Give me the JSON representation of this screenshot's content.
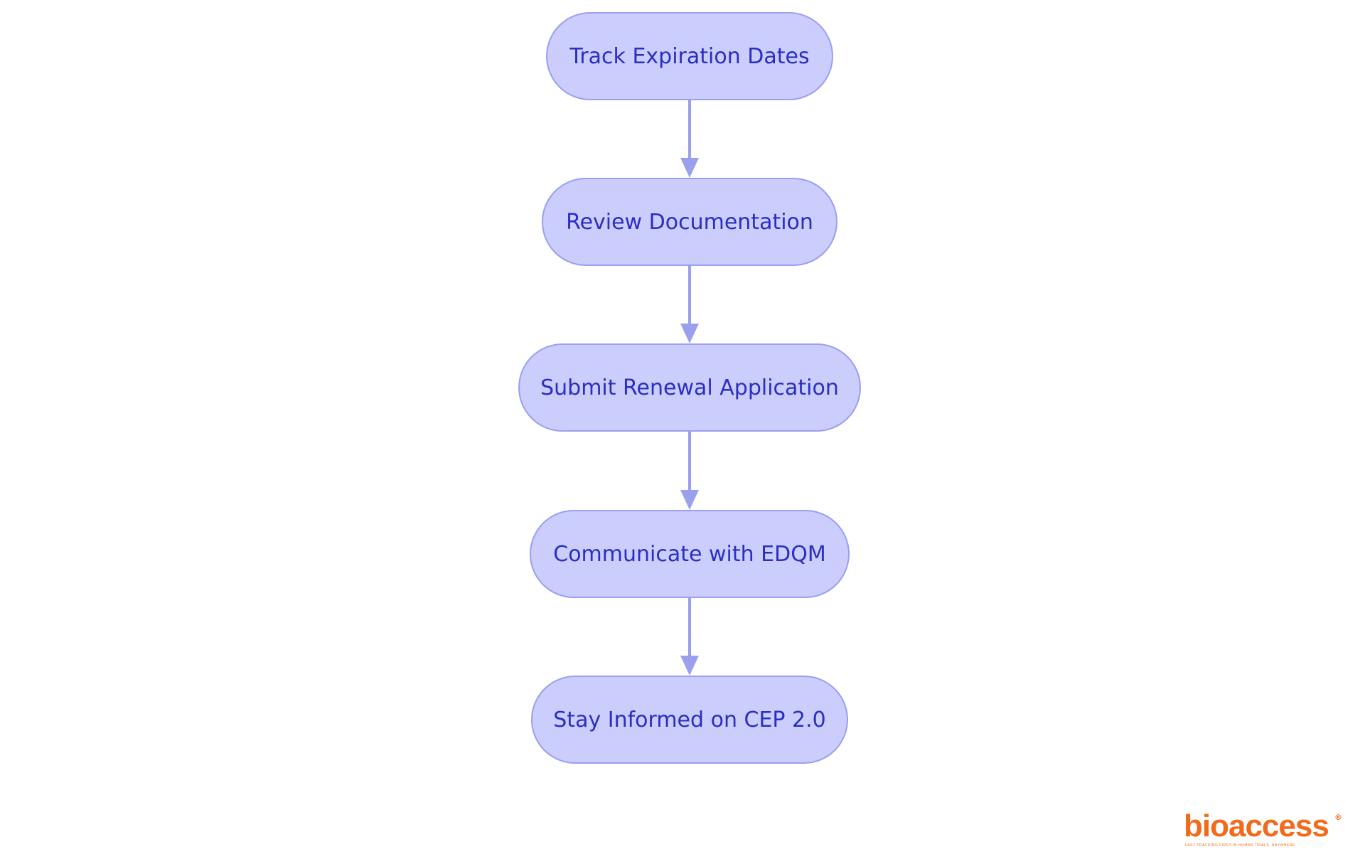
{
  "diagram": {
    "type": "flowchart",
    "colors": {
      "node_fill": "#cbcdfd",
      "node_border": "#9a9ff0",
      "node_text": "#2a2fbf",
      "edge": "#9ba0ec"
    },
    "nodes": [
      {
        "id": "track",
        "label": "Track Expiration Dates"
      },
      {
        "id": "review",
        "label": "Review Documentation"
      },
      {
        "id": "submit",
        "label": "Submit Renewal Application"
      },
      {
        "id": "communicate",
        "label": "Communicate with EDQM"
      },
      {
        "id": "stay",
        "label": "Stay Informed on CEP 2.0"
      }
    ],
    "edges": [
      {
        "from": "track",
        "to": "review"
      },
      {
        "from": "review",
        "to": "submit"
      },
      {
        "from": "submit",
        "to": "communicate"
      },
      {
        "from": "communicate",
        "to": "stay"
      }
    ]
  },
  "logo": {
    "wordmark": "bioaccess",
    "registered": "®",
    "tagline": "FAST-TRACKING FIRST-IN-HUMAN TRIALS, ANYWHERE",
    "color": "#f26a1b"
  }
}
